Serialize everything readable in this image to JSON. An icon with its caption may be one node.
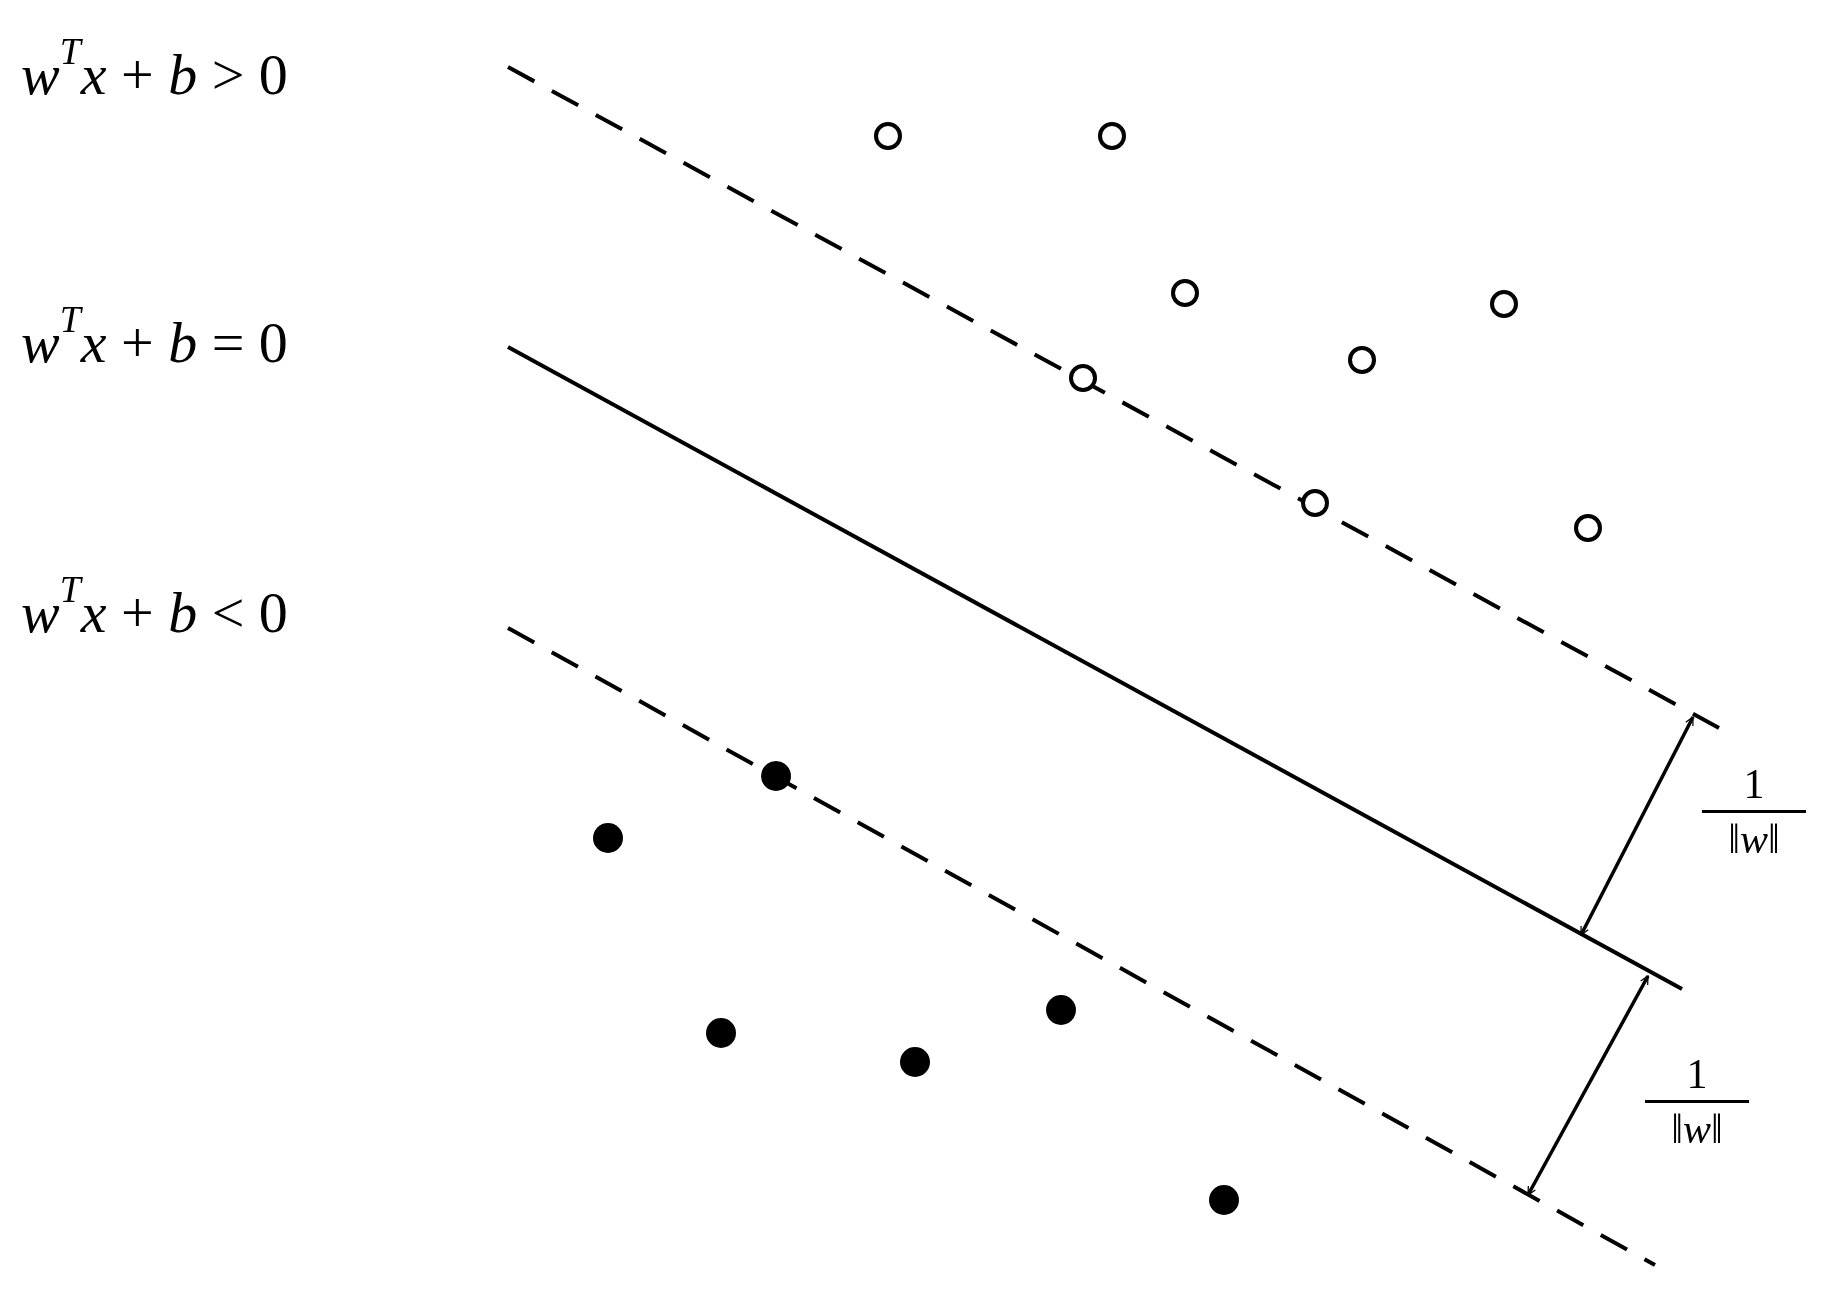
{
  "diagram": {
    "labels": [
      "*w*$^{T}$*x* + *b* > 0",
      "*w*$^{T}$*x* + *b* = 0",
      "*w*$^{T}$*x* + *b* < 0",
      "1",
      "‖*w*‖",
      "1",
      "‖*w*‖"
    ]
  }
}
